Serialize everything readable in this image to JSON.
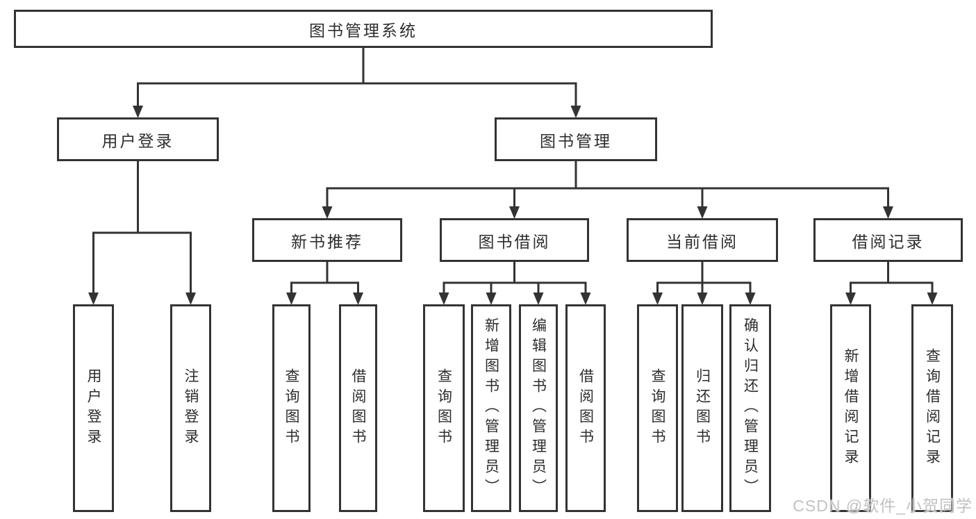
{
  "diagram": {
    "root": {
      "label": "图书管理系统",
      "children": [
        {
          "label": "用户登录",
          "children": [
            {
              "label": "用户登录"
            },
            {
              "label": "注销登录"
            }
          ]
        },
        {
          "label": "图书管理",
          "children": [
            {
              "label": "新书推荐",
              "children": [
                {
                  "label": "查询图书"
                },
                {
                  "label": "借阅图书"
                }
              ]
            },
            {
              "label": "图书借阅",
              "children": [
                {
                  "label": "查询图书"
                },
                {
                  "label": "新增图书（管理员）"
                },
                {
                  "label": "编辑图书（管理员）"
                },
                {
                  "label": "借阅图书"
                }
              ]
            },
            {
              "label": "当前借阅",
              "children": [
                {
                  "label": "查询图书"
                },
                {
                  "label": "归还图书"
                },
                {
                  "label": "确认归还（管理员）"
                }
              ]
            },
            {
              "label": "借阅记录",
              "children": [
                {
                  "label": "新增借阅记录"
                },
                {
                  "label": "查询借阅记录"
                }
              ]
            }
          ]
        }
      ]
    }
  },
  "watermark": {
    "text": "CSDN @软件_小贺同学"
  },
  "colors": {
    "line": "#333333",
    "text": "#2d2d2d",
    "node-bg": "#ffffff",
    "canvas-bg": "#ffffff",
    "watermark": "#c2c2c2"
  }
}
